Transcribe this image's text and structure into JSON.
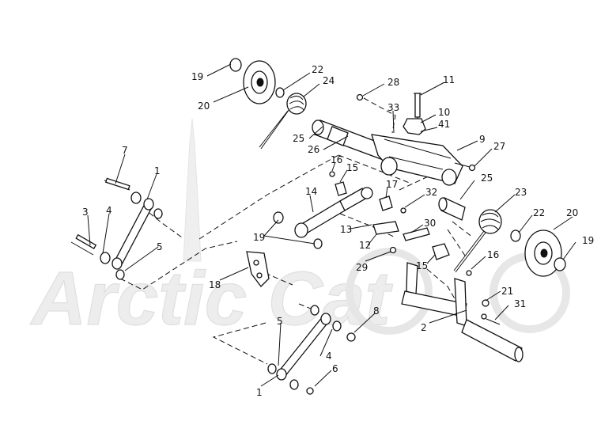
{
  "watermark": {
    "text": "Arctic Cat"
  },
  "callouts": [
    "19",
    "22",
    "24",
    "20",
    "28",
    "11",
    "33",
    "10",
    "41",
    "25",
    "26",
    "9",
    "27",
    "7",
    "16",
    "15",
    "1",
    "14",
    "17",
    "32",
    "25",
    "23",
    "3",
    "4",
    "22",
    "20",
    "19",
    "30",
    "13",
    "12",
    "5",
    "19",
    "15",
    "16",
    "29",
    "18",
    "21",
    "31",
    "8",
    "5",
    "2",
    "4",
    "6",
    "1"
  ]
}
